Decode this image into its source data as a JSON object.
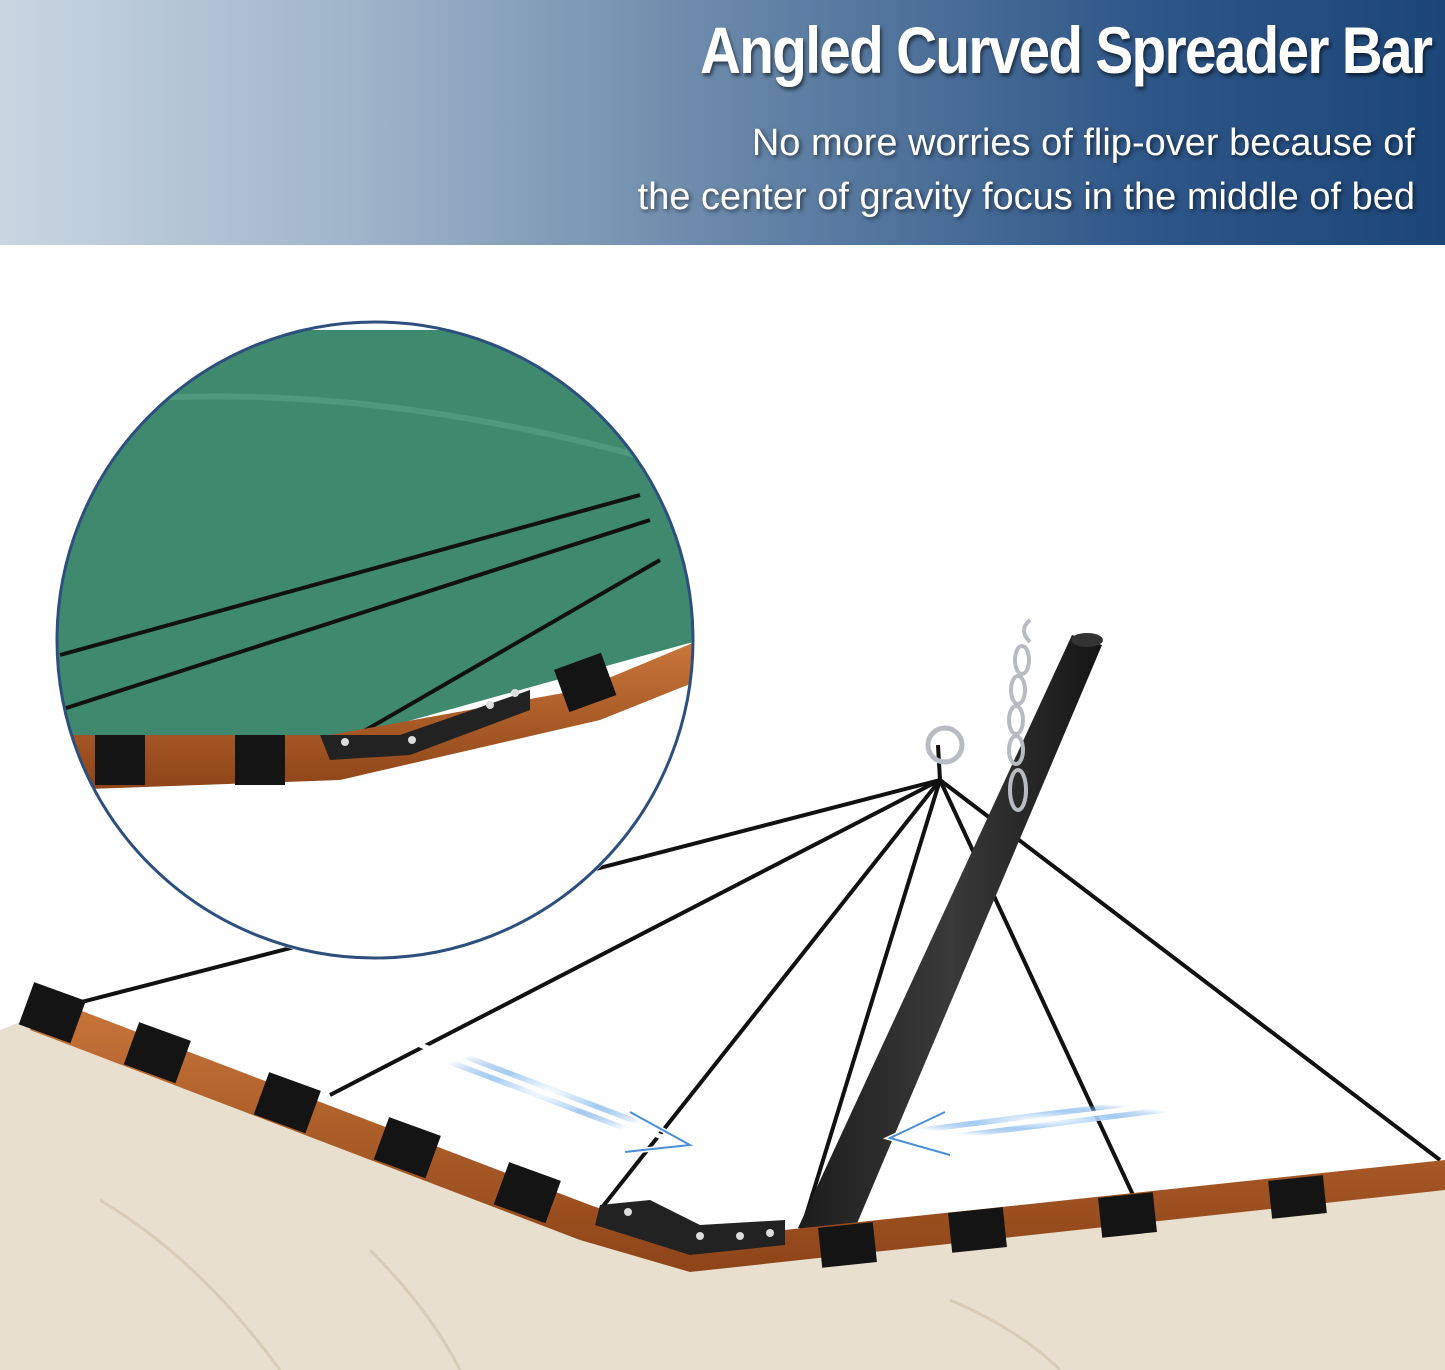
{
  "banner": {
    "title": "Angled Curved Spreader Bar",
    "subtitle_line1": "No more worries of flip-over because of",
    "subtitle_line2": "the center of gravity focus in the middle of bed",
    "gradient_colors": [
      "#c9d6e2",
      "#1d4678"
    ]
  },
  "illustration": {
    "subject": "hammock angled curved spreader bar with stand",
    "inset_circle": "close-up of green hammock bed corner with wooden spreader bar and metal bracket",
    "arrows": [
      "left-arrow-pointing-to-center",
      "right-arrow-pointing-to-center"
    ],
    "colors": {
      "hammock_bed": "#e9dfcf",
      "inset_fabric": "#3f8a6f",
      "wood_bar": "#b5622c",
      "stand_pole": "#2a2a2a",
      "arrow_glow": "#4a8fd8",
      "inset_border": "#2d4f7e"
    }
  }
}
